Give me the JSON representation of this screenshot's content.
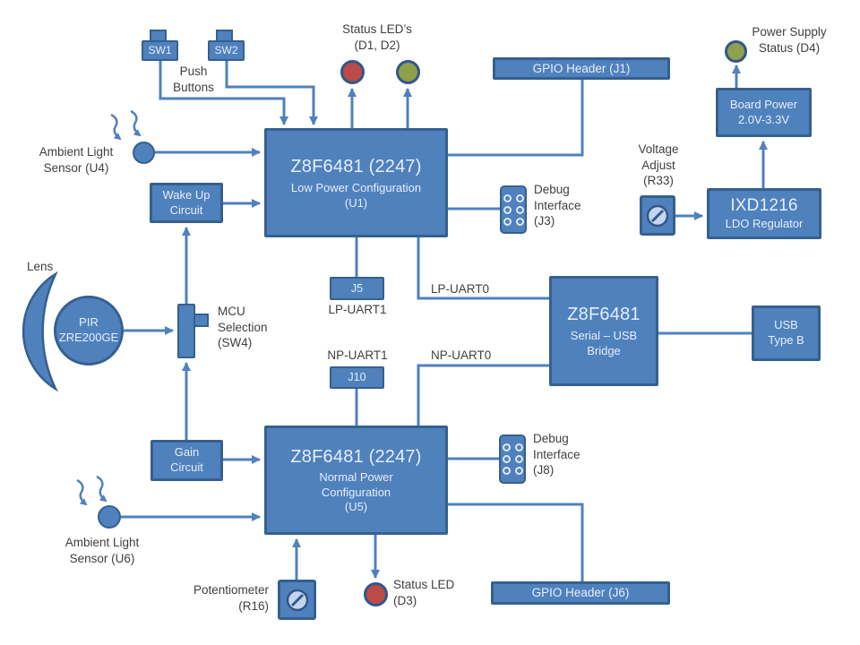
{
  "colors": {
    "background": "#ffffff",
    "block_fill": "#4f81bd",
    "block_border": "#35608e",
    "line": "#4f81bd",
    "box_text": "#e7eefa",
    "label_text": "#3f3f3f",
    "led_red": "#bc4a47",
    "led_green": "#8da04b",
    "led_ring": "#33568a",
    "pot_inner": "#c3d6ee",
    "dot_ring": "#dfe8f4"
  },
  "icons": {
    "led": "filled-circle",
    "potentiometer": "slashed-circle-in-square",
    "debug_header": "2x3-pin-dots",
    "light_rays": "wavy-arrows",
    "lens": "crescent",
    "push_button": "box-with-top-tab",
    "slide_switch": "vertical-box-with-side-tab"
  },
  "labels": {
    "sw1": "SW1",
    "sw2": "SW2",
    "push_buttons": {
      "l1": "Push",
      "l2": "Buttons"
    },
    "status_leds": {
      "l1": "Status LED’s",
      "l2": "(D1, D2)"
    },
    "gpio_j1": "GPIO Header (J1)",
    "power_supply": {
      "l1": "Power Supply",
      "l2": "Status (D4)"
    },
    "board_power": {
      "l1": "Board Power",
      "l2": "2.0V-3.3V"
    },
    "voltage_adjust": {
      "l1": "Voltage",
      "l2": "Adjust",
      "l3": "(R33)"
    },
    "ixd": {
      "title": "IXD1216",
      "sub": "LDO Regulator"
    },
    "ambient_u4": {
      "l1": "Ambient Light",
      "l2": "Sensor (U4)"
    },
    "wake_up": {
      "l1": "Wake Up",
      "l2": "Circuit"
    },
    "u1": {
      "title": "Z8F6481 (2247)",
      "sub1": "Low Power Configuration",
      "sub2": "(U1)"
    },
    "debug_j3": {
      "l1": "Debug",
      "l2": "Interface",
      "l3": "(J3)"
    },
    "lens": "Lens",
    "pir": {
      "l1": "PIR",
      "l2": "ZRE200GE"
    },
    "mcu_selection": {
      "l1": "MCU",
      "l2": "Selection",
      "l3": "(SW4)"
    },
    "j5": "J5",
    "lp_uart1": "LP-UART1",
    "lp_uart0": "LP-UART0",
    "bridge": {
      "title": "Z8F6481",
      "sub1": "Serial – USB",
      "sub2": "Bridge"
    },
    "usb": {
      "l1": "USB",
      "l2": "Type B"
    },
    "np_uart1": "NP-UART1",
    "j10": "J10",
    "np_uart0": "NP-UART0",
    "gain": {
      "l1": "Gain",
      "l2": "Circuit"
    },
    "u5": {
      "title": "Z8F6481 (2247)",
      "sub1": "Normal Power",
      "sub2": "Configuration",
      "sub3": "(U5)"
    },
    "debug_j8": {
      "l1": "Debug",
      "l2": "Interface",
      "l3": "(J8)"
    },
    "ambient_u6": {
      "l1": "Ambient Light",
      "l2": "Sensor (U6)"
    },
    "potentiometer": {
      "l1": "Potentiometer",
      "l2": "(R16)"
    },
    "status_led_d3": {
      "l1": "Status LED",
      "l2": "(D3)"
    },
    "gpio_j6": "GPIO Header (J6)"
  }
}
